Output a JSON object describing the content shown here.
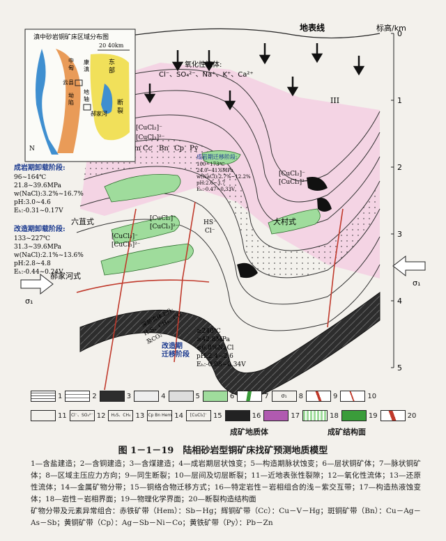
{
  "diagram": {
    "elevation_label": "标高/km",
    "depth_ticks": [
      "0",
      "1",
      "2",
      "3",
      "4",
      "5"
    ],
    "surface_line_label": "地表线",
    "oxidizing_fluid_label": "氧化性流体:",
    "oxidizing_fluid_ions": "Cl⁻、SO₄²⁻、Na⁺、K⁺、Ca²⁺",
    "roman_numeral": "III",
    "sigma_left": "σ₁",
    "sigma_right": "σ₁",
    "pattern_liuju": "六苴式",
    "pattern_hejiahe": "郝家河式",
    "pattern_dacun": "大村式",
    "cucl_label": "[CuCl₂]⁻",
    "cucl3_label": "[CuCl₃]²⁻",
    "hs_label": "HS⁻",
    "cl_label": "Cl⁻",
    "hem_label": "Hem",
    "cc_label": "Cc",
    "bn_label": "Bn",
    "cp_label": "Cp",
    "py_label": "Py",
    "stage1": {
      "title": "成岩期卸载阶段:",
      "lines": [
        "96~164℃",
        "21.8~39.6MPa",
        "w(NaCl):3.2%~16.7%",
        "pH:3.0~4.6",
        "Eₕ:-0.31~0.17V"
      ]
    },
    "stage2": {
      "title": "改造期卸载阶段:",
      "lines": [
        "133~227℃",
        "31.3~39.6MPa",
        "w(NaCl):2.1%~13.6%",
        "pH:2.8~4.8",
        "Eₕ:-0.44~0.24V"
      ]
    },
    "stage_center": {
      "lines": [
        "成岩期迁移阶段:",
        "100~173℃",
        "24.0~41.6MPa",
        "w(NaCl):2.7%~12.2%",
        "pH:2.6~3.7",
        "Eₕ:-0.47~0.33V"
      ]
    },
    "reducing_fluid": {
      "lines": [
        "深部流体上升:",
        "H₂S、CH₄、CO",
        "及CO₂"
      ]
    },
    "stage_bottom": {
      "title_lines": [
        "改造期",
        "迁移阶段"
      ],
      "lines": [
        "≥240℃",
        "≥42.8MPa",
        "≤6.8%NaCl",
        "pH:2.4~2.6",
        "Eₕ:-0.08~0.34V"
      ]
    },
    "inset": {
      "title": "滇中砂岩铜矿床区域分布图",
      "scale": "20  40km",
      "north": "N",
      "loc1": "云县",
      "loc2": "郝家河",
      "chars": [
        "中",
        "甸",
        "坳",
        "陷",
        "康",
        "滇",
        "地",
        "轴",
        "东",
        "部",
        "断",
        "裂"
      ]
    }
  },
  "legend": {
    "row1": [
      "1",
      "2",
      "3",
      "4",
      "5",
      "6",
      "7",
      "8",
      "9",
      "10"
    ],
    "row2": [
      "11",
      "12",
      "13",
      "14",
      "15",
      "16",
      "17",
      "18",
      "19",
      "20"
    ],
    "icon_texts": {
      "l8": "σ₁",
      "l12": "Cl⁻、SO₄²⁻",
      "l13": "H₂S、CH₄",
      "l14": "Cp  Bn  Hem",
      "l15": "[CuCl₂]⁻"
    },
    "group1": "成矿地质体",
    "group2": "成矿结构面"
  },
  "caption": "图 1－1－19　陆相砂岩型铜矿床找矿预测地质模型",
  "description": "1—含盐建造；2—含铜建造；3—含煤建造；4—成岩期层状蚀变；5—构造期脉状蚀变；6—层状铜矿体；7—脉状铜矿体；8—区域主压应力方向；9—同生断裂；10—层间及切层断裂；11—近地表张性裂隙；12—氧化性流体；13—还原性流体；14—金属矿物分带；15—铜络合物迁移方式；16—特定岩性－岩相组合的浅－紫交互带；17—构造热液蚀变体；18—岩性－岩相界面；19—物理化学界面；20—断裂构造结构面",
  "minerals": "矿物分带及元素异常组合：赤铁矿带（Hem）：Sb－Hg；辉铜矿带（Cc）：Cu－V－Hg；斑铜矿带（Bn）：Cu－Ag－As－Sb；黄铜矿带（Cp）：Ag－Sb－Ni－Co；黄铁矿带（Py）：Pb－Zn",
  "colors": {
    "pink": "#f3cfe3",
    "green": "#9fdc9c",
    "coal": "#2a2a2a",
    "fault": "#c0392b",
    "inset_yellow": "#f1e05a",
    "inset_blue": "#3f8fd0"
  }
}
